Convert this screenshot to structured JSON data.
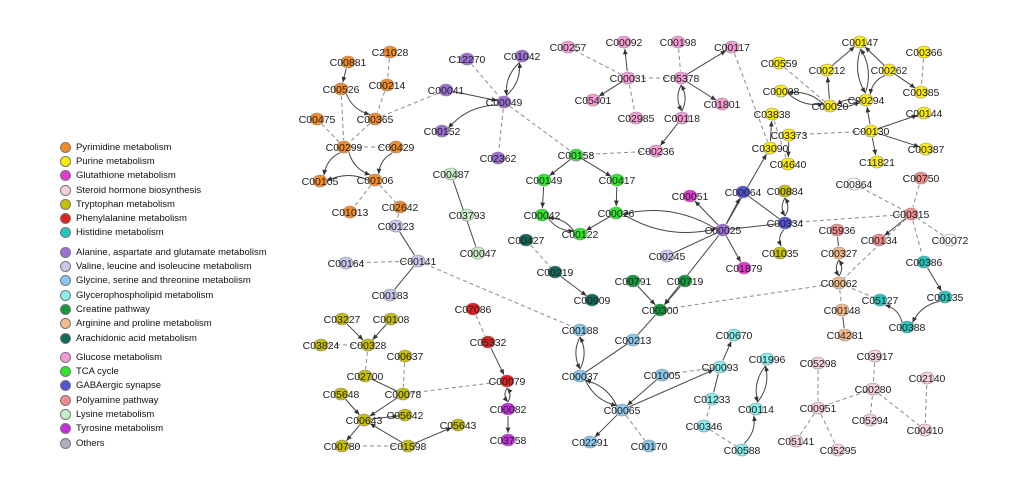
{
  "legend": {
    "groups": [
      [
        {
          "label": "Pyrimidine metabolism",
          "color": "#f28c28"
        },
        {
          "label": "Purine metabolism",
          "color": "#ffee00"
        },
        {
          "label": "Glutathione metabolism",
          "color": "#e33ad6"
        },
        {
          "label": "Steroid hormone biosynthesis",
          "color": "#f7d0df"
        },
        {
          "label": "Tryptophan metabolism",
          "color": "#c7c000"
        },
        {
          "label": "Phenylalanine metabolism",
          "color": "#e02020"
        },
        {
          "label": "Histidine metabolism",
          "color": "#22c7c0"
        }
      ],
      [
        {
          "label": "Alanine, aspartate and glutamate metabolism",
          "color": "#9a6fd6"
        },
        {
          "label": "Valine, leucine and isoleucine metabolism",
          "color": "#c8c8ee"
        },
        {
          "label": "Glycine, serine and threonine metabolism",
          "color": "#88c8ee"
        },
        {
          "label": "Glycerophospholipid metabolism",
          "color": "#88eeee"
        },
        {
          "label": "Creatine pathway",
          "color": "#129a3a"
        },
        {
          "label": "Arginine and proline metabolism",
          "color": "#f3b98a"
        },
        {
          "label": "Arachidonic acid metabolism",
          "color": "#0f6a5a"
        }
      ],
      [
        {
          "label": "Glucose metabolism",
          "color": "#f79ad6"
        },
        {
          "label": "TCA cycle",
          "color": "#2ee82e"
        },
        {
          "label": "GABAergic synapse",
          "color": "#5353d6"
        },
        {
          "label": "Polyamine pathway",
          "color": "#f28b8b"
        },
        {
          "label": "Lysine metabolism",
          "color": "#c8eec8"
        },
        {
          "label": "Tyrosine metabolism",
          "color": "#c52ee0"
        },
        {
          "label": "Others",
          "color": "#b0b0c0"
        }
      ]
    ]
  },
  "network": {
    "nodes": [
      {
        "id": "C21028",
        "color": "#f28c28"
      },
      {
        "id": "C00881",
        "color": "#f28c28"
      },
      {
        "id": "C00214",
        "color": "#f28c28"
      },
      {
        "id": "C00526",
        "color": "#f28c28"
      },
      {
        "id": "C00365",
        "color": "#f28c28"
      },
      {
        "id": "C00475",
        "color": "#f28c28"
      },
      {
        "id": "C00299",
        "color": "#f28c28"
      },
      {
        "id": "C00429",
        "color": "#f28c28"
      },
      {
        "id": "C00105",
        "color": "#f28c28"
      },
      {
        "id": "C00106",
        "color": "#f28c28"
      },
      {
        "id": "C01013",
        "color": "#f28c28"
      },
      {
        "id": "C02642",
        "color": "#f28c28"
      },
      {
        "id": "C12270",
        "color": "#9a6fd6"
      },
      {
        "id": "C01042",
        "color": "#9a6fd6"
      },
      {
        "id": "C00041",
        "color": "#9a6fd6"
      },
      {
        "id": "C00049",
        "color": "#9a6fd6"
      },
      {
        "id": "C00152",
        "color": "#9a6fd6"
      },
      {
        "id": "C02362",
        "color": "#9a6fd6"
      },
      {
        "id": "C00487",
        "color": "#c8eec8"
      },
      {
        "id": "C03793",
        "color": "#c8eec8"
      },
      {
        "id": "C00047",
        "color": "#c8eec8"
      },
      {
        "id": "C00123",
        "color": "#c8c8ee"
      },
      {
        "id": "C00164",
        "color": "#c8c8ee"
      },
      {
        "id": "C00141",
        "color": "#c8c8ee"
      },
      {
        "id": "C00183",
        "color": "#c8c8ee"
      },
      {
        "id": "C03227",
        "color": "#c7c000"
      },
      {
        "id": "C00108",
        "color": "#c7c000"
      },
      {
        "id": "C03824",
        "color": "#c7c000"
      },
      {
        "id": "C00328",
        "color": "#c7c000"
      },
      {
        "id": "C00637",
        "color": "#c7c000"
      },
      {
        "id": "C02700",
        "color": "#c7c000"
      },
      {
        "id": "C00078",
        "color": "#c7c000"
      },
      {
        "id": "C05648",
        "color": "#c7c000"
      },
      {
        "id": "C00643",
        "color": "#c7c000"
      },
      {
        "id": "C05642",
        "color": "#c7c000"
      },
      {
        "id": "C05643",
        "color": "#c7c000"
      },
      {
        "id": "C00780",
        "color": "#c7c000"
      },
      {
        "id": "C01598",
        "color": "#c7c000"
      },
      {
        "id": "C07086",
        "color": "#e02020"
      },
      {
        "id": "C05332",
        "color": "#e02020"
      },
      {
        "id": "C00079",
        "color": "#e02020"
      },
      {
        "id": "C00082",
        "color": "#c52ee0"
      },
      {
        "id": "C03758",
        "color": "#c52ee0"
      },
      {
        "id": "C00257",
        "color": "#f79ad6"
      },
      {
        "id": "C00092",
        "color": "#f79ad6"
      },
      {
        "id": "C00198",
        "color": "#f79ad6"
      },
      {
        "id": "C00117",
        "color": "#f79ad6"
      },
      {
        "id": "C00031",
        "color": "#f79ad6"
      },
      {
        "id": "C05378",
        "color": "#f79ad6"
      },
      {
        "id": "C05401",
        "color": "#f79ad6"
      },
      {
        "id": "C01801",
        "color": "#f79ad6"
      },
      {
        "id": "C02985",
        "color": "#f79ad6"
      },
      {
        "id": "C00118",
        "color": "#f79ad6"
      },
      {
        "id": "C00236",
        "color": "#f79ad6"
      },
      {
        "id": "C00158",
        "color": "#2ee82e"
      },
      {
        "id": "C00149",
        "color": "#2ee82e"
      },
      {
        "id": "C00417",
        "color": "#2ee82e"
      },
      {
        "id": "C00042",
        "color": "#2ee82e"
      },
      {
        "id": "C00026",
        "color": "#2ee82e"
      },
      {
        "id": "C00122",
        "color": "#2ee82e"
      },
      {
        "id": "C00427",
        "color": "#0f6a5a"
      },
      {
        "id": "C00219",
        "color": "#0f6a5a"
      },
      {
        "id": "C00909",
        "color": "#0f6a5a"
      },
      {
        "id": "C00051",
        "color": "#e33ad6"
      },
      {
        "id": "C00064",
        "color": "#5353d6"
      },
      {
        "id": "C00884",
        "color": "#c7c000"
      },
      {
        "id": "C00334",
        "color": "#5353d6"
      },
      {
        "id": "C00025",
        "color": "#9a6fd6"
      },
      {
        "id": "C01035",
        "color": "#c7c000"
      },
      {
        "id": "C00245",
        "color": "#c8c8ee"
      },
      {
        "id": "C01879",
        "color": "#e33ad6"
      },
      {
        "id": "C00791",
        "color": "#129a3a"
      },
      {
        "id": "C00719",
        "color": "#129a3a"
      },
      {
        "id": "C00300",
        "color": "#129a3a"
      },
      {
        "id": "C00188",
        "color": "#88c8ee"
      },
      {
        "id": "C00213",
        "color": "#88c8ee"
      },
      {
        "id": "C00037",
        "color": "#88c8ee"
      },
      {
        "id": "C01005",
        "color": "#88c8ee"
      },
      {
        "id": "C00065",
        "color": "#88c8ee"
      },
      {
        "id": "C02291",
        "color": "#88c8ee"
      },
      {
        "id": "C00170",
        "color": "#88c8ee"
      },
      {
        "id": "C00670",
        "color": "#88eeee"
      },
      {
        "id": "C00093",
        "color": "#88eeee"
      },
      {
        "id": "C01996",
        "color": "#88eeee"
      },
      {
        "id": "C01233",
        "color": "#88eeee"
      },
      {
        "id": "C00114",
        "color": "#88eeee"
      },
      {
        "id": "C00346",
        "color": "#88eeee"
      },
      {
        "id": "C00588",
        "color": "#88eeee"
      },
      {
        "id": "C00559",
        "color": "#ffee00"
      },
      {
        "id": "C00147",
        "color": "#ffee00"
      },
      {
        "id": "C00366",
        "color": "#ffee00"
      },
      {
        "id": "C00212",
        "color": "#ffee00"
      },
      {
        "id": "C00262",
        "color": "#ffee00"
      },
      {
        "id": "C00008",
        "color": "#ffee00"
      },
      {
        "id": "C00385",
        "color": "#ffee00"
      },
      {
        "id": "C00020",
        "color": "#ffee00"
      },
      {
        "id": "C00294",
        "color": "#ffee00"
      },
      {
        "id": "C03838",
        "color": "#ffee00"
      },
      {
        "id": "C00144",
        "color": "#ffee00"
      },
      {
        "id": "C03373",
        "color": "#ffee00"
      },
      {
        "id": "C00130",
        "color": "#ffee00"
      },
      {
        "id": "C03090",
        "color": "#ffee00"
      },
      {
        "id": "C00387",
        "color": "#ffee00"
      },
      {
        "id": "C04640",
        "color": "#ffee00"
      },
      {
        "id": "C11821",
        "color": "#ffee00"
      },
      {
        "id": "C00864",
        "color": "#ffffff"
      },
      {
        "id": "C00750",
        "color": "#f28b8b"
      },
      {
        "id": "C00315",
        "color": "#f28b8b"
      },
      {
        "id": "C05936",
        "color": "#f28b8b"
      },
      {
        "id": "C00134",
        "color": "#f28b8b"
      },
      {
        "id": "C00072",
        "color": "#ffffff"
      },
      {
        "id": "C00327",
        "color": "#f3b98a"
      },
      {
        "id": "C00386",
        "color": "#22c7c0"
      },
      {
        "id": "C00062",
        "color": "#f3b98a"
      },
      {
        "id": "C05127",
        "color": "#22c7c0"
      },
      {
        "id": "C00135",
        "color": "#22c7c0"
      },
      {
        "id": "C00148",
        "color": "#f3b98a"
      },
      {
        "id": "C00388",
        "color": "#22c7c0"
      },
      {
        "id": "C04281",
        "color": "#f3b98a"
      },
      {
        "id": "C05298",
        "color": "#f7d0df"
      },
      {
        "id": "C03917",
        "color": "#f7d0df"
      },
      {
        "id": "C00280",
        "color": "#f7d0df"
      },
      {
        "id": "C02140",
        "color": "#f7d0df"
      },
      {
        "id": "C00951",
        "color": "#f7d0df"
      },
      {
        "id": "C05294",
        "color": "#f7d0df"
      },
      {
        "id": "C05141",
        "color": "#f7d0df"
      },
      {
        "id": "C05295",
        "color": "#f7d0df"
      },
      {
        "id": "C00410",
        "color": "#f7d0df"
      }
    ]
  }
}
